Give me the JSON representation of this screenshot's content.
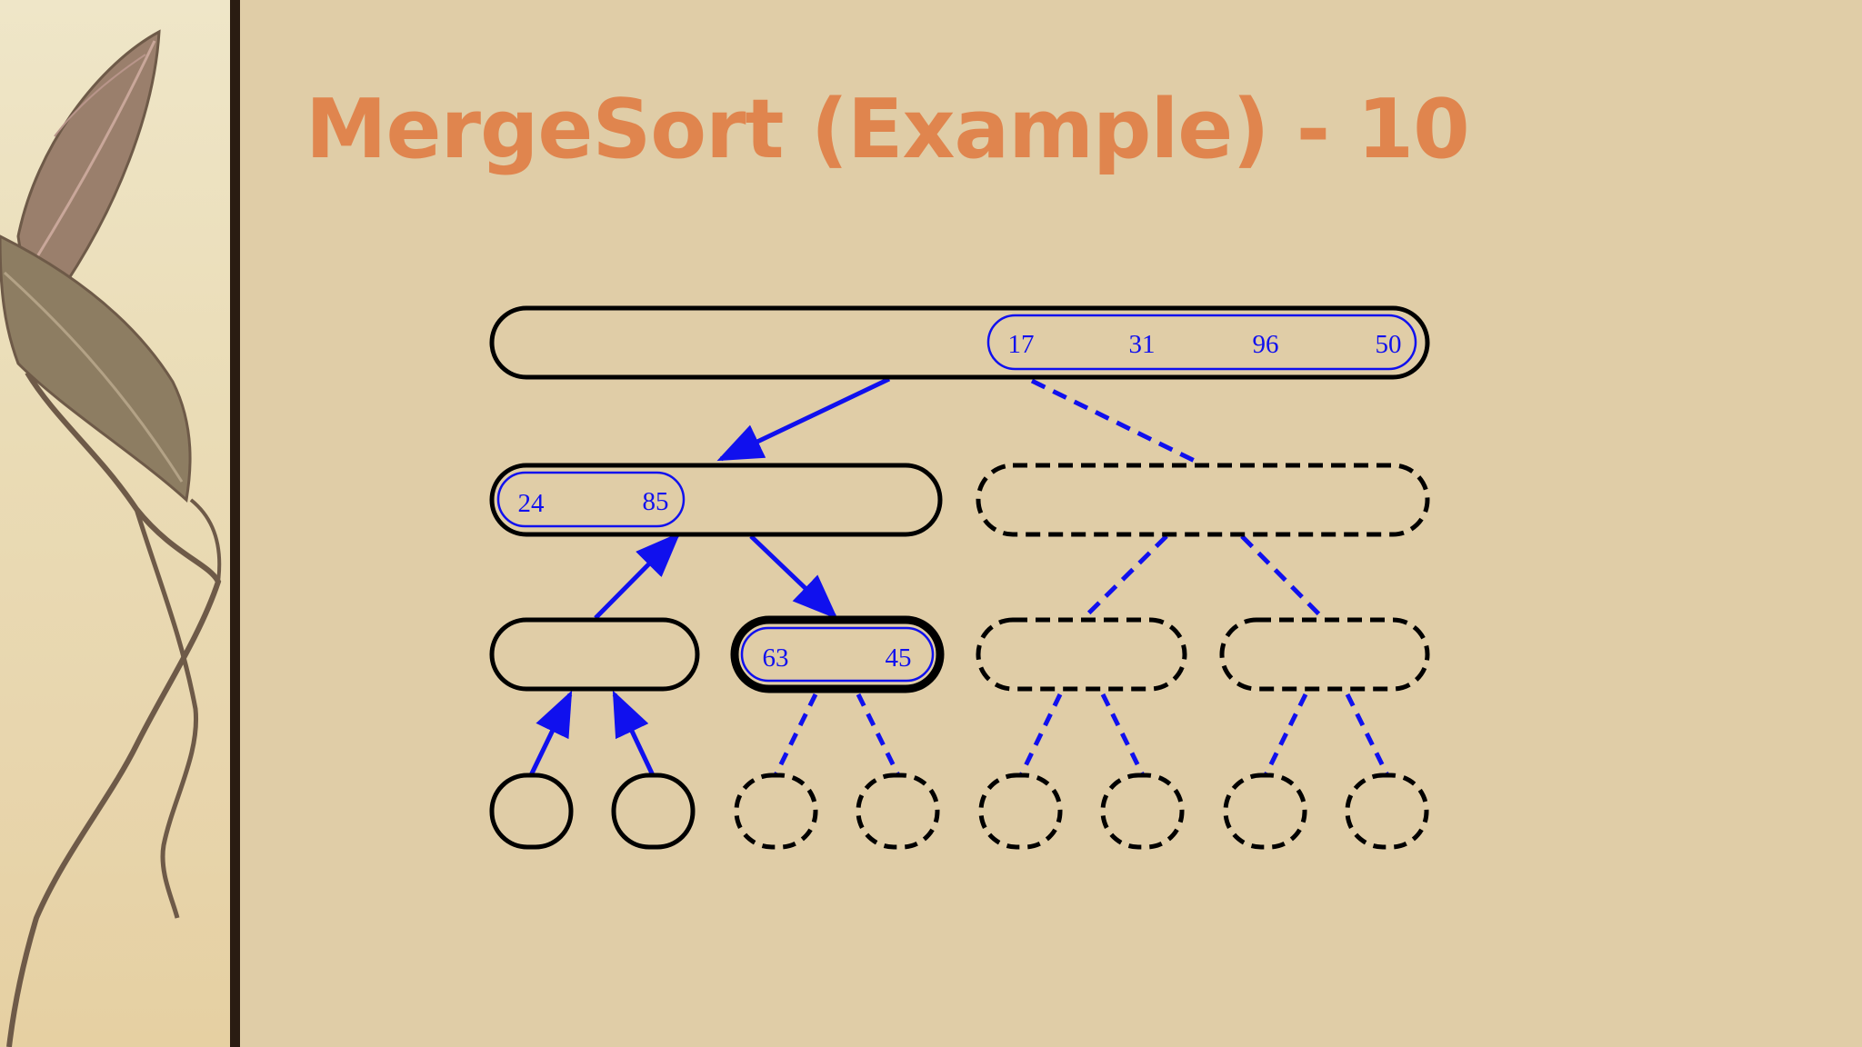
{
  "slide": {
    "title": "MergeSort (Example) - 10"
  },
  "colors": {
    "background": "#e0cda7",
    "title": "#e0854e",
    "node_outline": "#000000",
    "active": "#1010ee",
    "sidebar_rule": "#2a1c12"
  },
  "tree": {
    "root": {
      "values": [
        "17",
        "31",
        "96",
        "50"
      ]
    },
    "left_half": {
      "values": [
        "24",
        "85"
      ]
    },
    "right_quarter_of_left": {
      "values": [
        "63",
        "45"
      ]
    }
  }
}
